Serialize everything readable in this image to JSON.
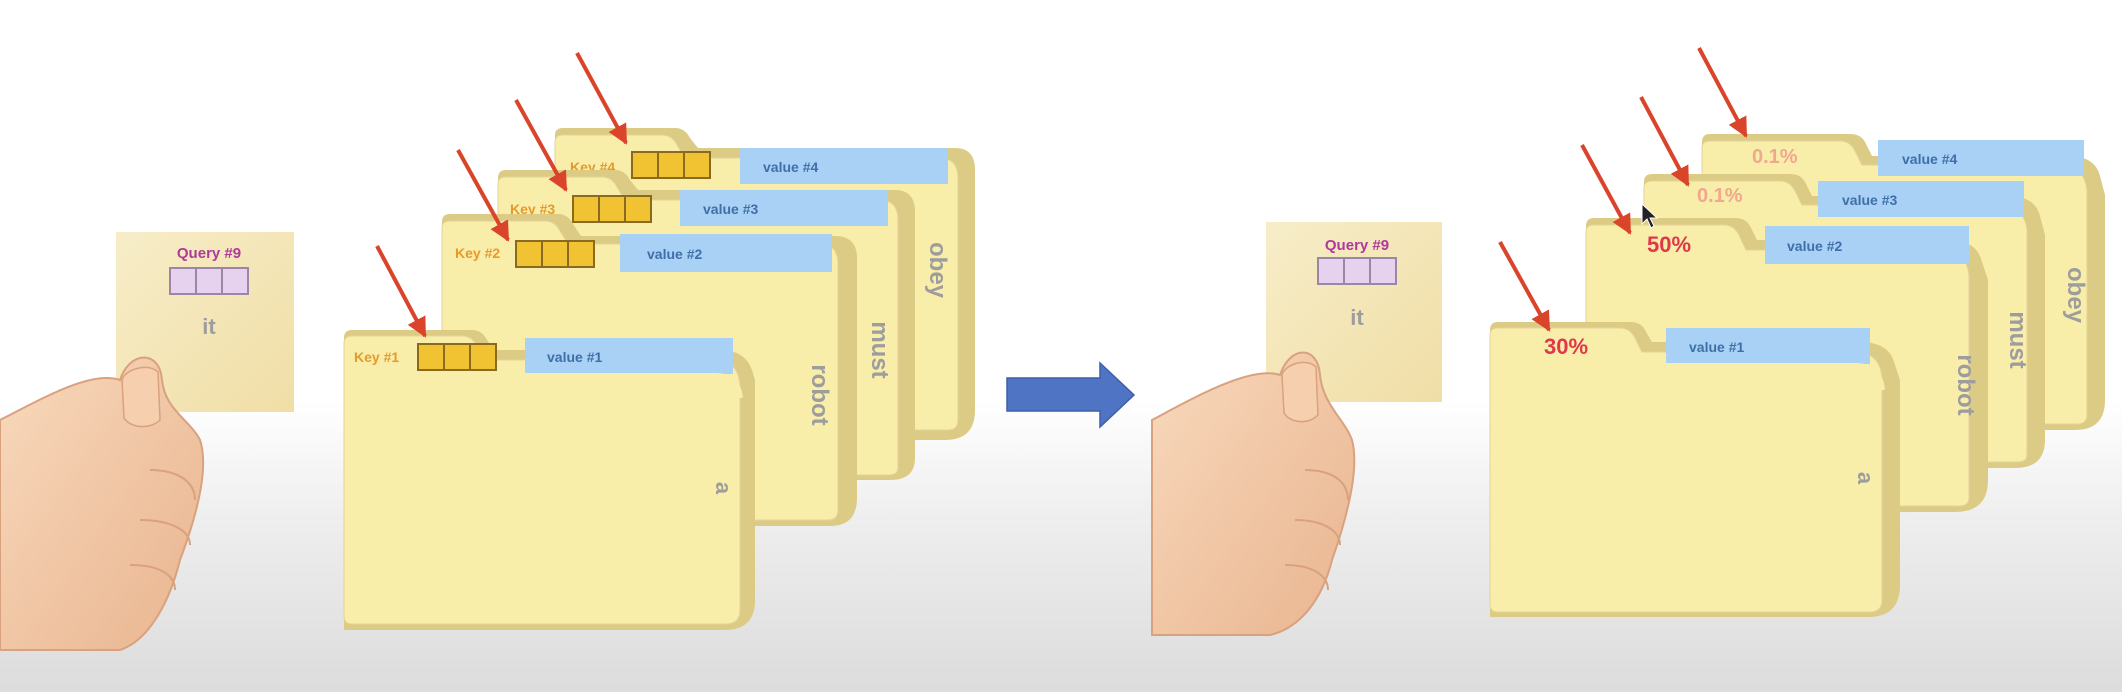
{
  "colors": {
    "folder_fill": "#F9EDAA",
    "folder_edge": "#DCCB84",
    "tab_back": "#F3E3A0",
    "key_box": "#F1C232",
    "key_text": "#E69A2A",
    "value_fill": "#A9D1F5",
    "value_text": "#3F6FA8",
    "query_text": "#B0399A",
    "query_box": "#E6D1EE",
    "arrow_red": "#D9442A",
    "weight_red": "#E0374A",
    "weight_pink": "#F0A88F",
    "big_arrow": "#4F74C4"
  },
  "left": {
    "query_card": {
      "title": "Query #9",
      "word": "it"
    },
    "folders": [
      {
        "key": "Key #1",
        "value": "value #1",
        "word": "a"
      },
      {
        "key": "Key #2",
        "value": "value #2",
        "word": "robot"
      },
      {
        "key": "Key #3",
        "value": "value #3",
        "word": "must"
      },
      {
        "key": "Key #4",
        "value": "value #4",
        "word": "obey"
      }
    ]
  },
  "right": {
    "query_card": {
      "title": "Query #9",
      "word": "it"
    },
    "folders": [
      {
        "weight": "30%",
        "value": "value #1",
        "word": "a",
        "faded": false
      },
      {
        "weight": "50%",
        "value": "value #2",
        "word": "robot",
        "faded": false
      },
      {
        "weight": "0.1%",
        "value": "value #3",
        "word": "must",
        "faded": true
      },
      {
        "weight": "0.1%",
        "value": "value #4",
        "word": "obey",
        "faded": true
      }
    ]
  }
}
